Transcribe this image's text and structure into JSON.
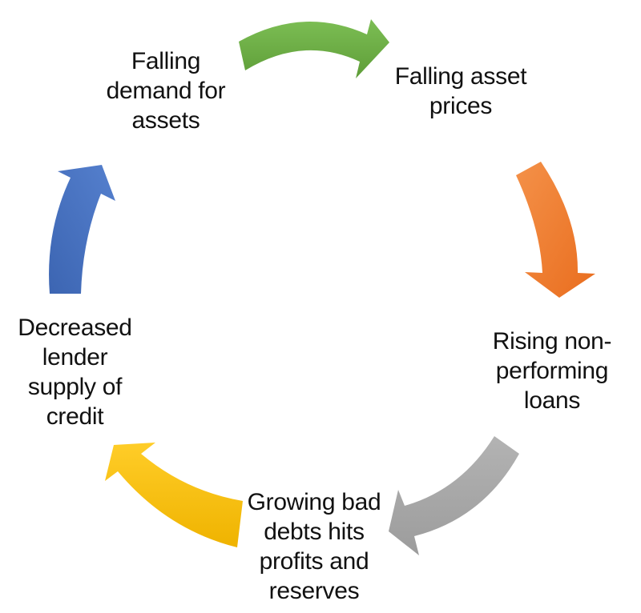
{
  "diagram": {
    "type": "cycle",
    "background": "#ffffff",
    "text_color": "#111111",
    "nodes": [
      {
        "id": "falling-demand",
        "label": "Falling\ndemand for\nassets"
      },
      {
        "id": "falling-prices",
        "label": "Falling asset\nprices"
      },
      {
        "id": "rising-npl",
        "label": "Rising non-\nperforming\nloans"
      },
      {
        "id": "bad-debts",
        "label": "Growing bad\ndebts hits\nprofits and\nreserves"
      },
      {
        "id": "credit-supply",
        "label": "Decreased\nlender\nsupply of\ncredit"
      }
    ],
    "arrows": [
      {
        "from": "falling-demand",
        "to": "falling-prices",
        "color": "#70AD47",
        "gradient": [
          "#7CBE54",
          "#5E9D38"
        ]
      },
      {
        "from": "falling-prices",
        "to": "rising-npl",
        "color": "#ED7D31",
        "gradient": [
          "#F49149",
          "#E96D1E"
        ]
      },
      {
        "from": "rising-npl",
        "to": "bad-debts",
        "color": "#A5A5A5",
        "gradient": [
          "#B3B3B3",
          "#9C9C9C"
        ]
      },
      {
        "from": "bad-debts",
        "to": "credit-supply",
        "color": "#FFC000",
        "gradient": [
          "#FFCD28",
          "#EFB300"
        ]
      },
      {
        "from": "credit-supply",
        "to": "falling-demand",
        "color": "#4472C4",
        "gradient": [
          "#5580CE",
          "#3C65B2"
        ]
      }
    ]
  }
}
